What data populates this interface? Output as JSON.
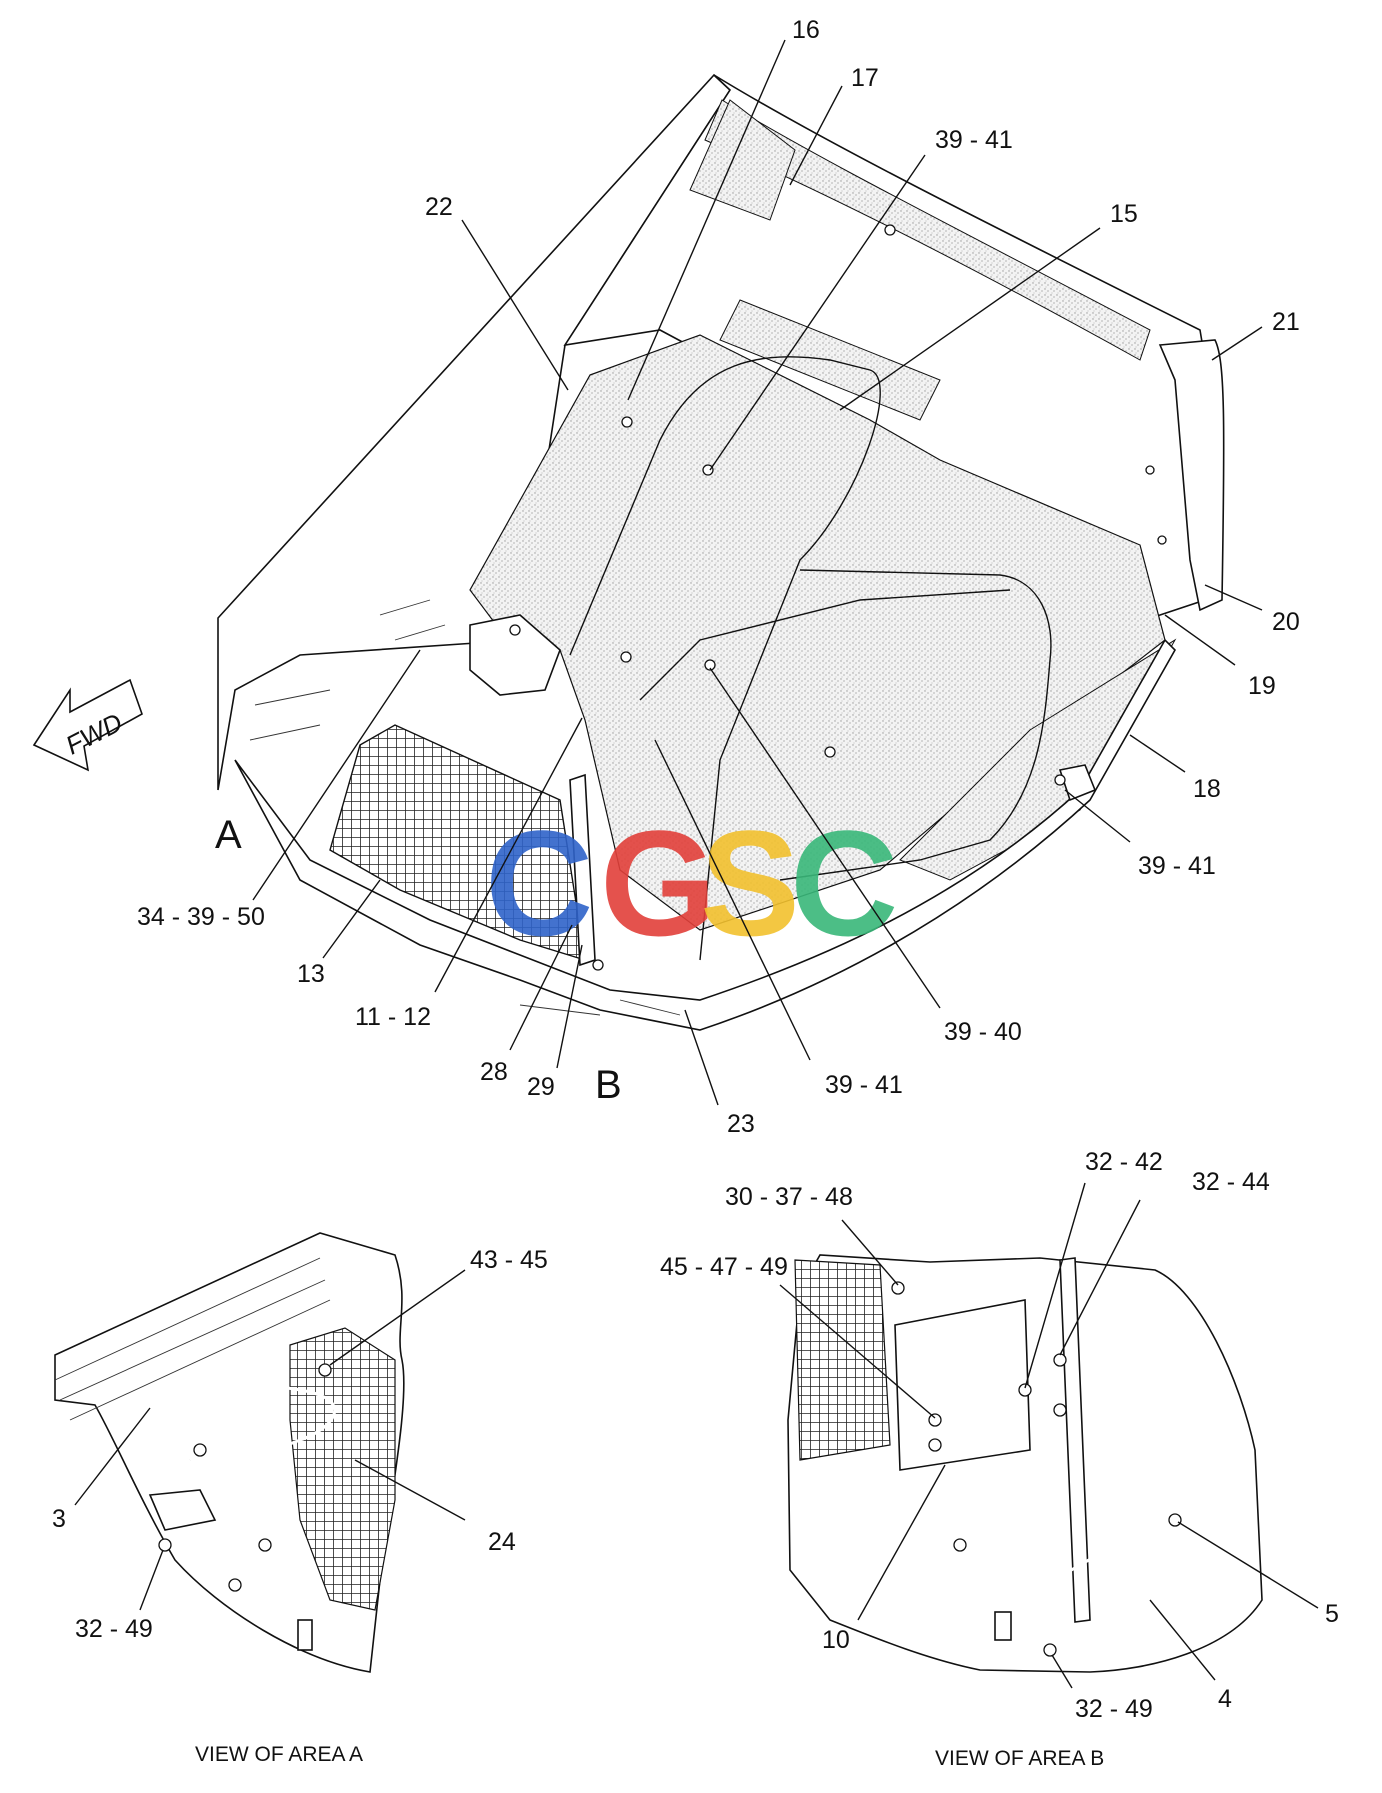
{
  "callouts": {
    "c16": "16",
    "c17": "17",
    "c39_41_top": "39 - 41",
    "c22": "22",
    "c15": "15",
    "c21": "21",
    "c20": "20",
    "c19": "19",
    "c18": "18",
    "c39_41_right": "39 - 41",
    "c34_39_50": "34 - 39 - 50",
    "c13": "13",
    "c11_12": "11 - 12",
    "c28": "28",
    "c29": "29",
    "c23": "23",
    "c39_41_bottom": "39 - 41",
    "c39_40": "39 - 40",
    "c43_45": "43 - 45",
    "c3": "3",
    "c24": "24",
    "c32_49_a": "32 - 49",
    "c30_37_48": "30 - 37 - 48",
    "c32_42": "32 - 42",
    "c32_44": "32 - 44",
    "c45_47_49": "45 - 47 - 49",
    "c5": "5",
    "c10": "10",
    "c4": "4",
    "c32_49_b": "32 - 49"
  },
  "area_labels": {
    "a": "A",
    "b": "B"
  },
  "captions": {
    "view_a": "VIEW OF AREA A",
    "view_b": "VIEW OF AREA B"
  },
  "fwd_arrow": {
    "label": "FWD"
  },
  "watermark": {
    "letters": [
      "C",
      "G",
      "S",
      "C"
    ],
    "colors": [
      "#2f63c9",
      "#e2403a",
      "#f2c12e",
      "#39b87a"
    ]
  },
  "colors": {
    "line": "#111111",
    "speckle": "#bdbdbd",
    "background": "#ffffff"
  }
}
